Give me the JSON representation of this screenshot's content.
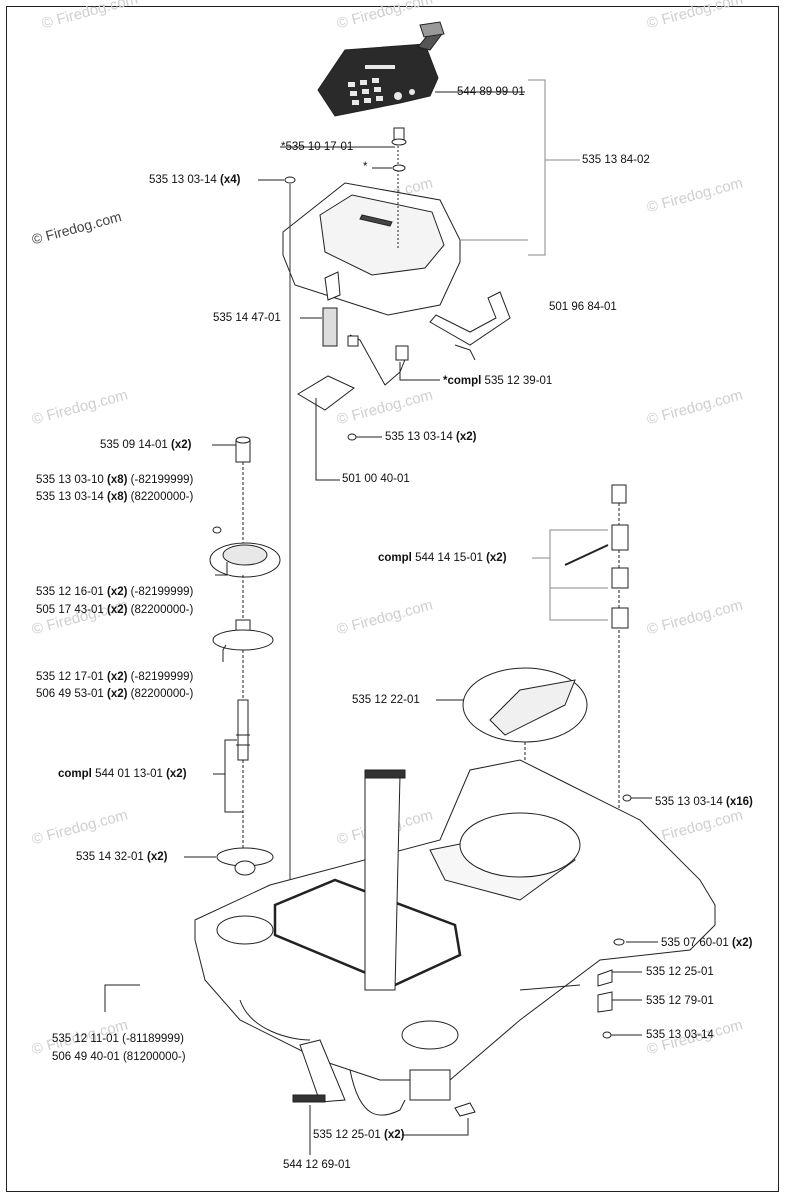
{
  "watermark": {
    "text": "© Firedog.com",
    "color": "#cfcfcf"
  },
  "parts": {
    "keypad_overlay": "544 89 99-01",
    "knob_star": "*535 10 17-01",
    "star": "*",
    "screw_x4": "535 13 03-14",
    "qty_x4": "(x4)",
    "cover_assembly": "535 13 84-02",
    "bracket": "501 96 84-01",
    "pad": "535 14 47-01",
    "compl_prefix": "*compl",
    "switch": "535 12 39-01",
    "screw_x2": "535 13 03-14",
    "qty_x2_a": "(x2)",
    "board": "501 00 40-01",
    "spacer_num": "535 09 14-01",
    "qty_x2_b": "(x2)",
    "screw_1010": "535 13 03-10",
    "qty_x8_a": "(x8)",
    "range_1010": "(-82199999)",
    "screw_1014": "535 13 03-14",
    "qty_x8_b": "(x8)",
    "range_1014": "(82200000-)",
    "compl_1415": "compl",
    "part_1415": "544 14 15-01",
    "qty_1415": "(x2)",
    "plate_a": "535 12 16-01",
    "qty_plate_a": "(x2)",
    "range_plate_a": "(-82199999)",
    "plate_b": "505 17 43-01",
    "qty_plate_b": "(x2)",
    "range_plate_b": "(82200000-)",
    "cap_a": "535 12 17-01",
    "qty_cap_a": "(x2)",
    "range_cap_a": "(-82199999)",
    "cap_b": "506 49 53-01",
    "qty_cap_b": "(x2)",
    "range_cap_b": "(82200000-)",
    "hatch": "535 12 22-01",
    "compl_0113": "compl",
    "part_0113": "544 01 13-01",
    "qty_0113": "(x2)",
    "screw_x16": "535 13 03-14",
    "qty_x16": "(x16)",
    "collar": "535 14 32-01",
    "qty_collar": "(x2)",
    "washer": "535 07 60-01",
    "qty_washer": "(x2)",
    "clip_a": "535 12 25-01",
    "chassis_a": "535 12 11-01 (-81189999)",
    "chassis_b": "506 49 40-01 (81200000-)",
    "clamp": "535 12 79-01",
    "screw_single": "535 13 03-14",
    "clip_b": "535 12 25-01",
    "qty_clip_b": "(x2)",
    "cable": "544 12 69-01"
  }
}
